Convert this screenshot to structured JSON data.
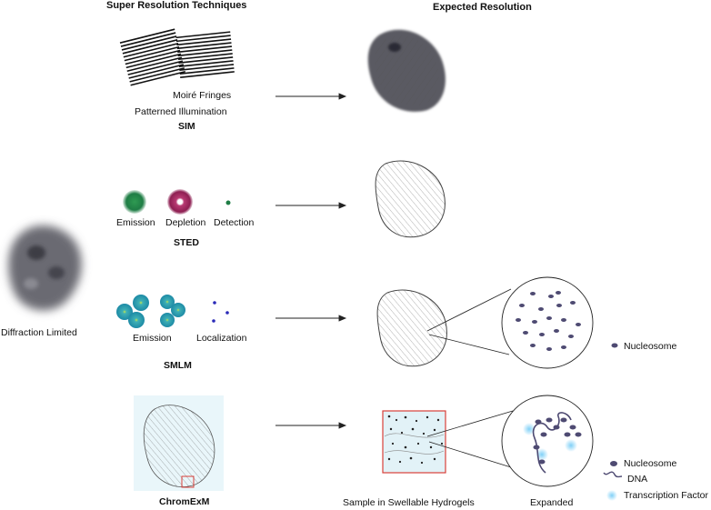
{
  "headers": {
    "techniques": "Super Resolution Techniques",
    "resolution": "Expected Resolution"
  },
  "diffraction_label": "Diffraction Limited",
  "sim": {
    "label1": "Moiré Fringes",
    "label2": "Patterned Illumination",
    "name": "SIM"
  },
  "sted": {
    "emission": "Emission",
    "depletion": "Depletion",
    "detection": "Detection",
    "name": "STED"
  },
  "smlm": {
    "emission": "Emission",
    "localization": "Localization",
    "name": "SMLM"
  },
  "chromexm": {
    "name": "ChromExM",
    "hydrogel_label": "Sample in Swellable Hydrogels",
    "expanded_label": "Expanded"
  },
  "legend": {
    "nucleosome": "Nucleosome",
    "dna": "DNA",
    "tf": "Transcription Factor"
  },
  "colors": {
    "emission_green": "#2e8b57",
    "depletion_magenta": "#a3245e",
    "smlm_teal": "#2aa6b8",
    "nucleosome": "#4e4a72",
    "tf_blue": "#5ab8ea",
    "box_red": "#d9403a"
  }
}
